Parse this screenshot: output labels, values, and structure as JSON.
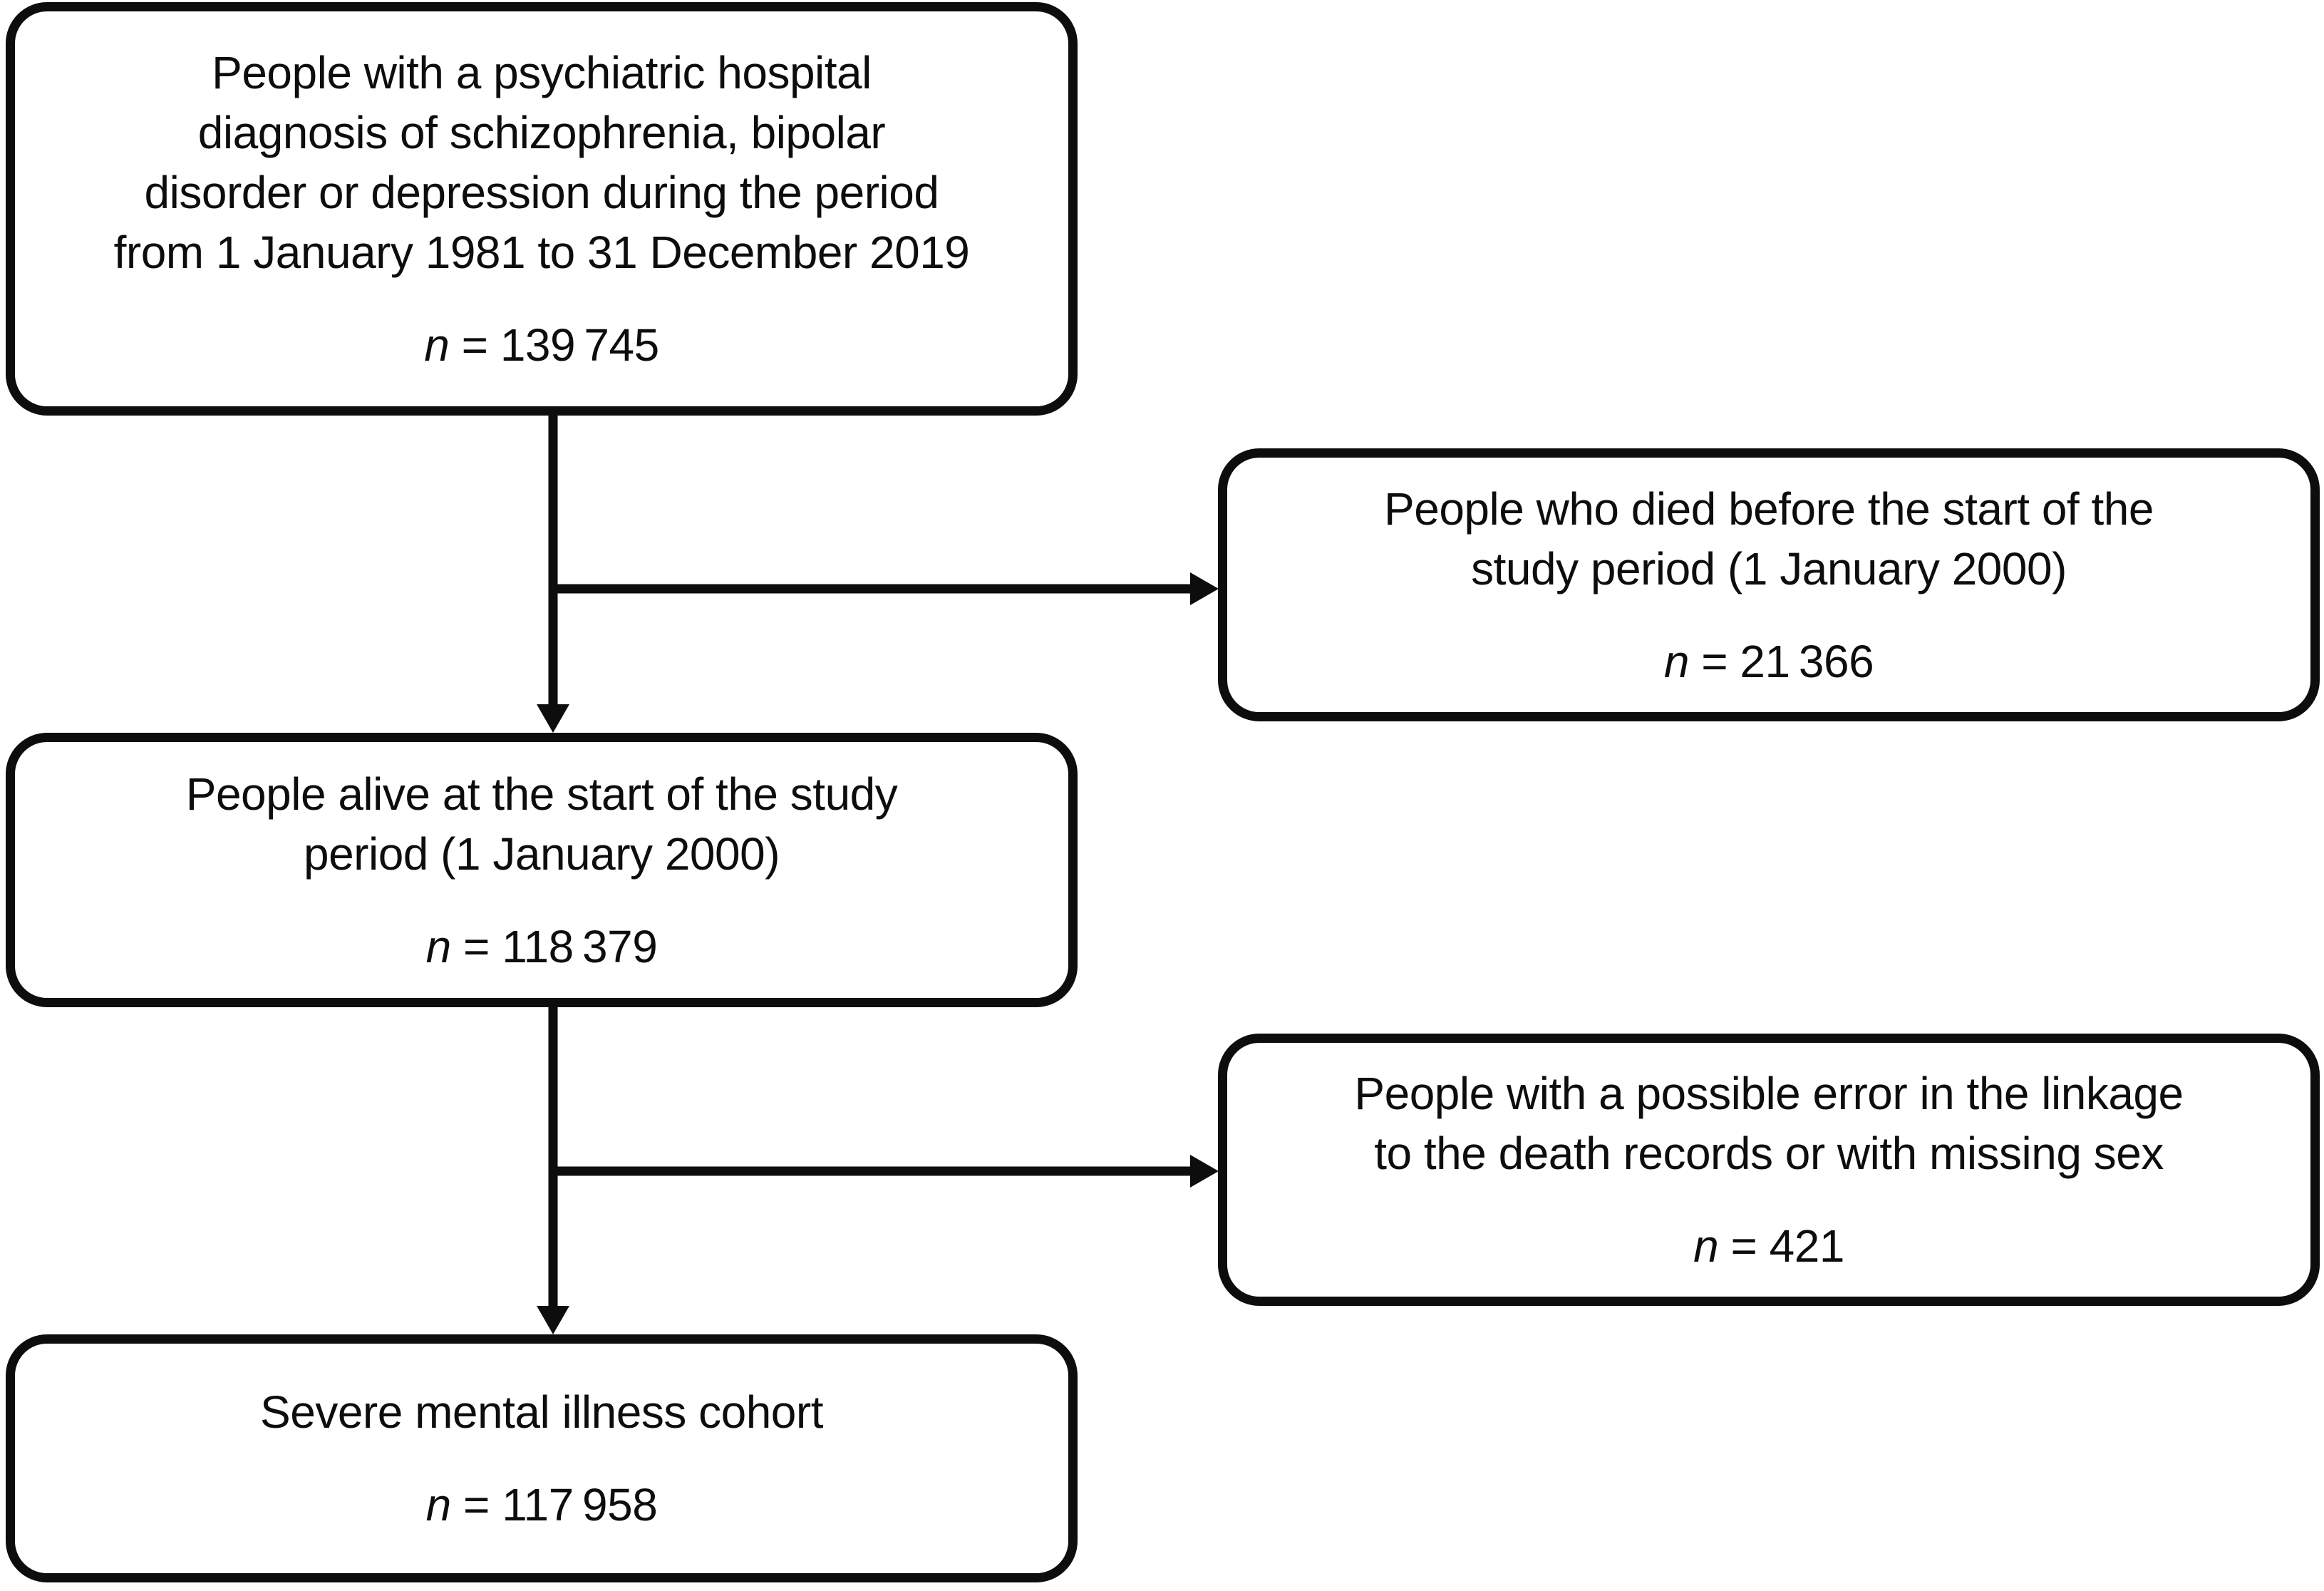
{
  "diagram": {
    "background_color": "#ffffff",
    "stroke_color": "#0d0d0d",
    "boxes": {
      "source": {
        "text": "People with a psychiatric hospital\ndiagnosis of schizophrenia, bipolar\ndisorder or depression during the period\nfrom 1 January 1981 to 31 December 2019",
        "n_symbol": "n",
        "n_rest": " = 139 745"
      },
      "died": {
        "text": "People who died before the start of the\nstudy period (1 January 2000)",
        "n_symbol": "n",
        "n_rest": " = 21 366"
      },
      "alive": {
        "text": "People alive at the start of the study\nperiod (1 January 2000)",
        "n_symbol": "n",
        "n_rest": " = 118 379"
      },
      "error": {
        "text": "People with a possible error in the linkage\nto the death records or with missing sex",
        "n_symbol": "n",
        "n_rest": " = 421"
      },
      "cohort": {
        "text": "Severe mental illness cohort",
        "n_symbol": "n",
        "n_rest": " = 117 958"
      }
    },
    "arrows": [
      {
        "name": "source-to-alive",
        "direction": "down"
      },
      {
        "name": "branch-to-died",
        "direction": "right"
      },
      {
        "name": "alive-to-cohort",
        "direction": "down"
      },
      {
        "name": "branch-to-error",
        "direction": "right"
      }
    ]
  }
}
